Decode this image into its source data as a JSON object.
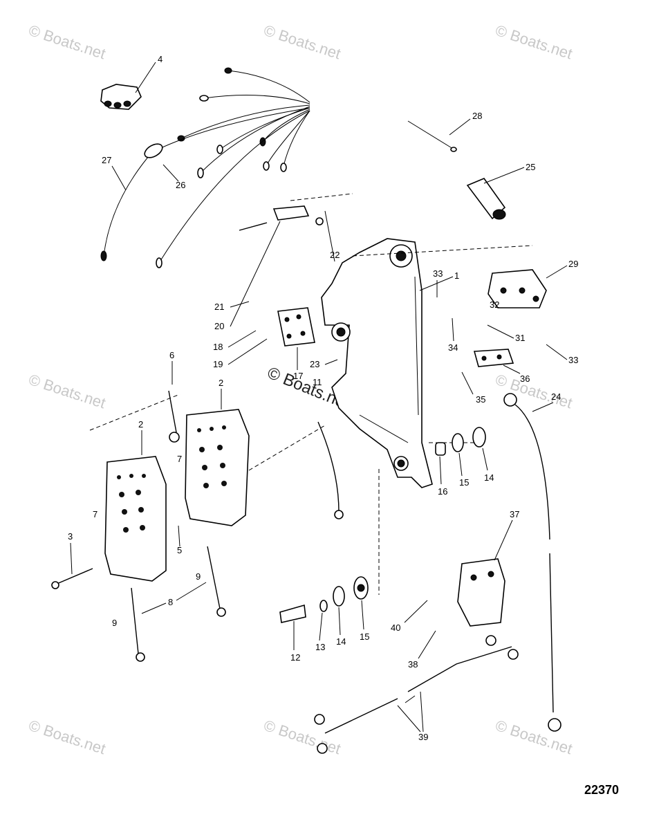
{
  "watermark": "© Boats.net",
  "figure_number": "22370",
  "callouts": [
    "1",
    "2",
    "2",
    "3",
    "4",
    "5",
    "6",
    "7",
    "7",
    "8",
    "9",
    "9",
    "11",
    "12",
    "13",
    "14",
    "14",
    "15",
    "15",
    "16",
    "17",
    "18",
    "19",
    "20",
    "21",
    "22",
    "23",
    "24",
    "25",
    "26",
    "27",
    "28",
    "29",
    "31",
    "32",
    "33",
    "33",
    "34",
    "35",
    "36",
    "37",
    "38",
    "39",
    "40"
  ]
}
